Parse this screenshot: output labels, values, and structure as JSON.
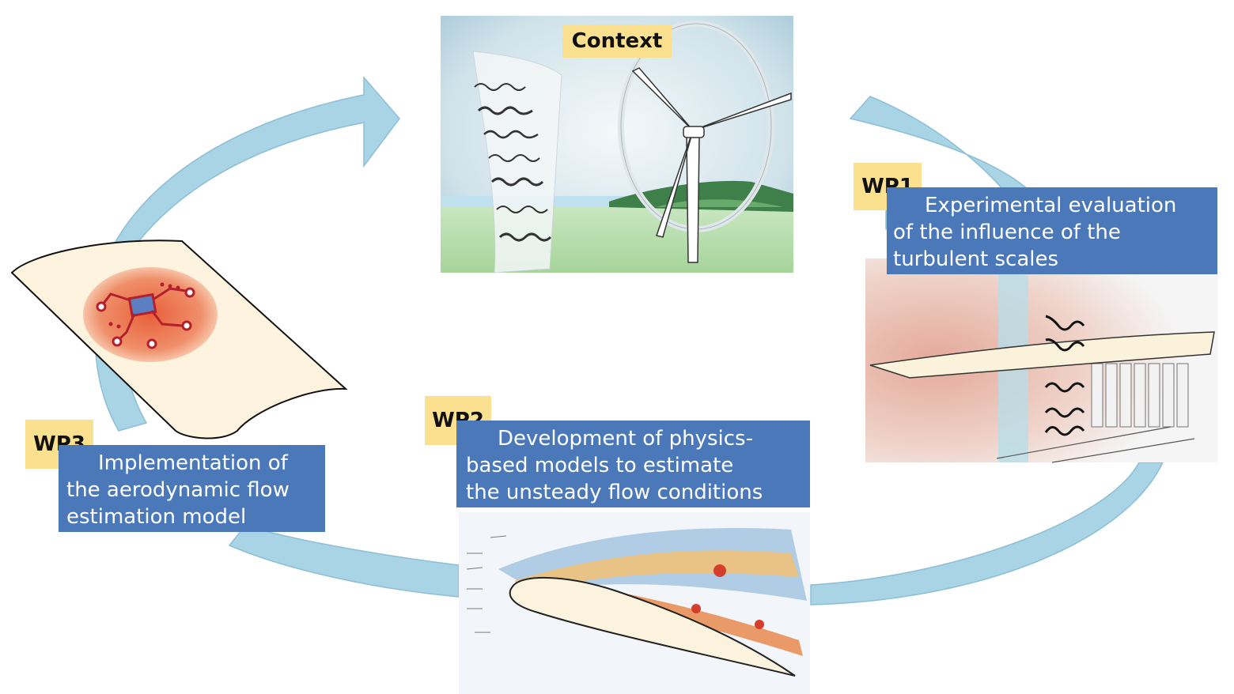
{
  "context": {
    "label": "Context"
  },
  "wp1": {
    "tag": "WP1",
    "lines": [
      "Experimental evaluation",
      "of the influence of the",
      "turbulent scales"
    ]
  },
  "wp2": {
    "tag": "WP2",
    "lines": [
      "Development of physics-",
      "based models to estimate",
      "the unsteady flow conditions"
    ]
  },
  "wp3": {
    "tag": "WP3",
    "lines": [
      "Implementation of",
      "the aerodynamic flow",
      "estimation model"
    ]
  },
  "colors": {
    "arrow": "#a8d4e6",
    "box": "#4a78b8",
    "tag": "#fbe08f"
  },
  "icons": [
    "cycle-arrow",
    "wind-turbine-icon",
    "chip-icon",
    "airfoil-icon",
    "flow-field-icon",
    "wind-tunnel-icon"
  ]
}
